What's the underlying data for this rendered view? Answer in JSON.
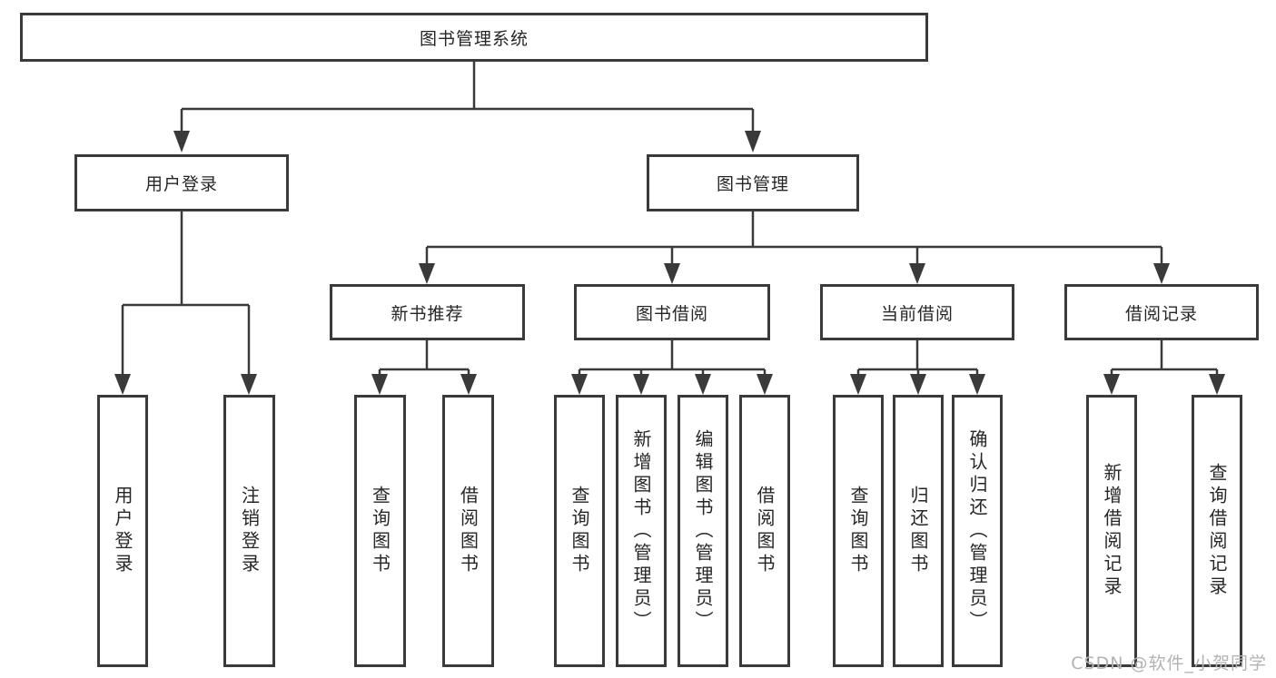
{
  "diagram_type": "functional-structure-tree",
  "colors": {
    "line": "#3a3a3a",
    "box_border": "#3a3a3a",
    "box_fill": "#ffffff",
    "text": "#262626",
    "watermark": "#b3b3b3"
  },
  "tree": {
    "root": {
      "label": "图书管理系统",
      "children": [
        {
          "label": "用户登录",
          "children": [
            {
              "label": "用户登录"
            },
            {
              "label": "注销登录"
            }
          ]
        },
        {
          "label": "图书管理",
          "children": [
            {
              "label": "新书推荐",
              "children": [
                {
                  "label": "查询图书"
                },
                {
                  "label": "借阅图书"
                }
              ]
            },
            {
              "label": "图书借阅",
              "children": [
                {
                  "label": "查询图书"
                },
                {
                  "label": "新增图书（管理员）"
                },
                {
                  "label": "编辑图书（管理员）"
                },
                {
                  "label": "借阅图书"
                }
              ]
            },
            {
              "label": "当前借阅",
              "children": [
                {
                  "label": "查询图书"
                },
                {
                  "label": "归还图书"
                },
                {
                  "label": "确认归还（管理员）"
                }
              ]
            },
            {
              "label": "借阅记录",
              "children": [
                {
                  "label": "新增借阅记录"
                },
                {
                  "label": "查询借阅记录"
                }
              ]
            }
          ]
        }
      ]
    }
  },
  "watermark": {
    "text": "CSDN @软件_小贺同学"
  }
}
